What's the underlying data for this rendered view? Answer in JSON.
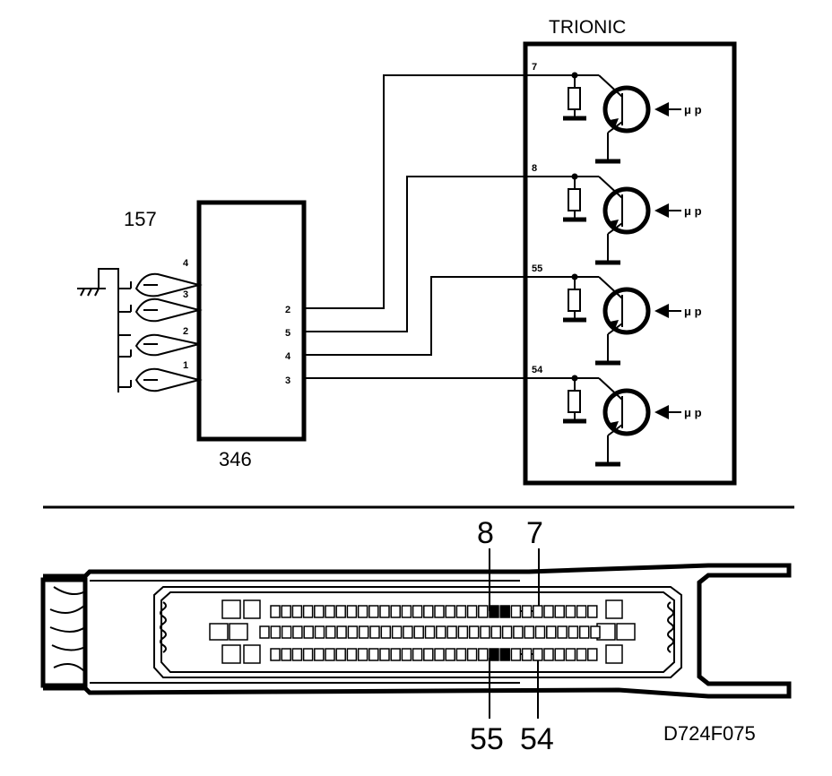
{
  "labels": {
    "ecu_title": "TRIONIC",
    "sensor_id": "157",
    "amp_id": "346",
    "figure_code": "D724F075"
  },
  "sensor_pins": [
    "4",
    "3",
    "2",
    "1"
  ],
  "amp_output_pins": [
    "2",
    "5",
    "4",
    "3"
  ],
  "ecu_inputs": [
    {
      "pin": "7",
      "signal": "μ p"
    },
    {
      "pin": "8",
      "signal": "μ p"
    },
    {
      "pin": "55",
      "signal": "μ p"
    },
    {
      "pin": "54",
      "signal": "μ p"
    }
  ],
  "connector_callouts": {
    "top": [
      "8",
      "7"
    ],
    "bottom": [
      "55",
      "54"
    ]
  }
}
